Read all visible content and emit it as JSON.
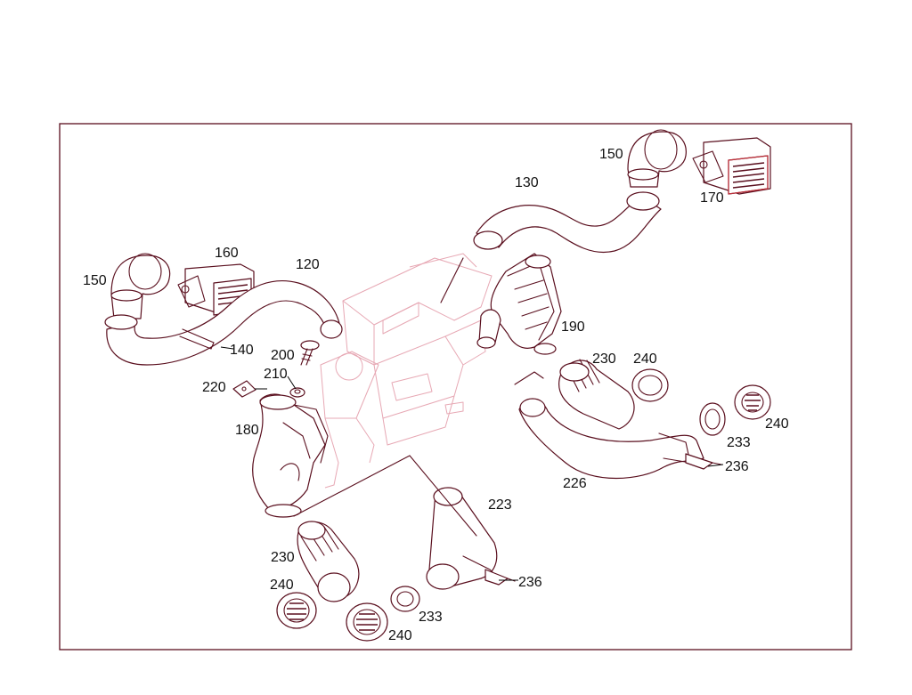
{
  "callouts": {
    "c150_top": "150",
    "c170": "170",
    "c130": "130",
    "c150_left": "150",
    "c160": "160",
    "c120": "120",
    "c190": "190",
    "c140": "140",
    "c200": "200",
    "c210": "210",
    "c220": "220",
    "c180": "180",
    "c230_right": "230",
    "c240_right_top": "240",
    "c240_right": "240",
    "c233_right": "233",
    "c236_right": "236",
    "c226": "226",
    "c223": "223",
    "c236_bottom": "236",
    "c230_left": "230",
    "c240_left": "240",
    "c233_bottom": "233",
    "c240_bottom": "240"
  },
  "colors": {
    "outline": "#5a0f1e",
    "ghost": "#e7a8b4",
    "text": "#111111",
    "background": "#ffffff"
  }
}
